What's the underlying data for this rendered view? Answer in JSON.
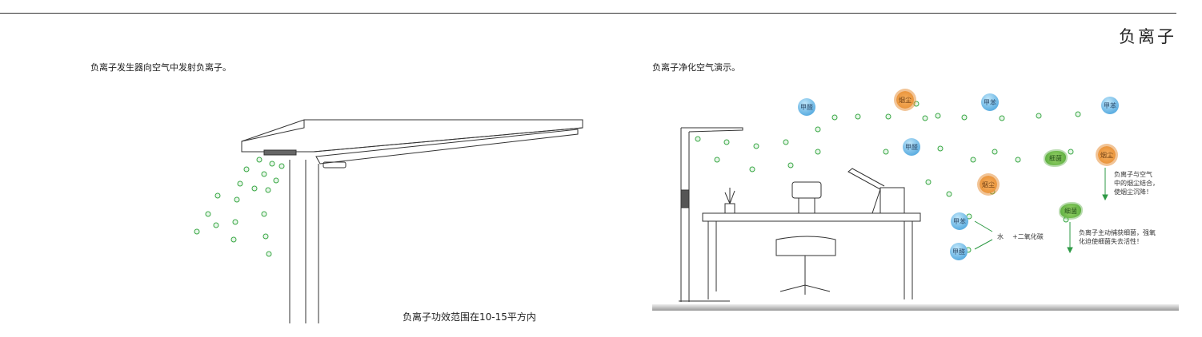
{
  "title": "负离子",
  "left_caption": "负离子发生器向空气中发射负离子。",
  "right_caption": "负离子净化空气演示。",
  "range_caption": "负离子功效范围在10-15平方内",
  "molecules": {
    "m1": "甲醛",
    "m2": "烟尘",
    "m3": "甲苯",
    "m4": "甲苯",
    "m5": "甲醛",
    "m6": "细菌",
    "m7": "烟尘",
    "m8": "烟尘",
    "m9": "细菌",
    "m10": "甲苯",
    "m11": "甲醛"
  },
  "reaction": {
    "water": "水",
    "co2": "+二氧化碳"
  },
  "notes": {
    "dust": "负离子与空气\n中的烟尘结合，\n使烟尘沉降！",
    "bacteria": "负离子主动捕获细菌，强氧\n化迫使细菌失去活性！"
  },
  "colors": {
    "ion": "#3aa845",
    "blue": "#3a9ad8",
    "orange": "#e58a2e",
    "arrow": "#2e9a45"
  }
}
